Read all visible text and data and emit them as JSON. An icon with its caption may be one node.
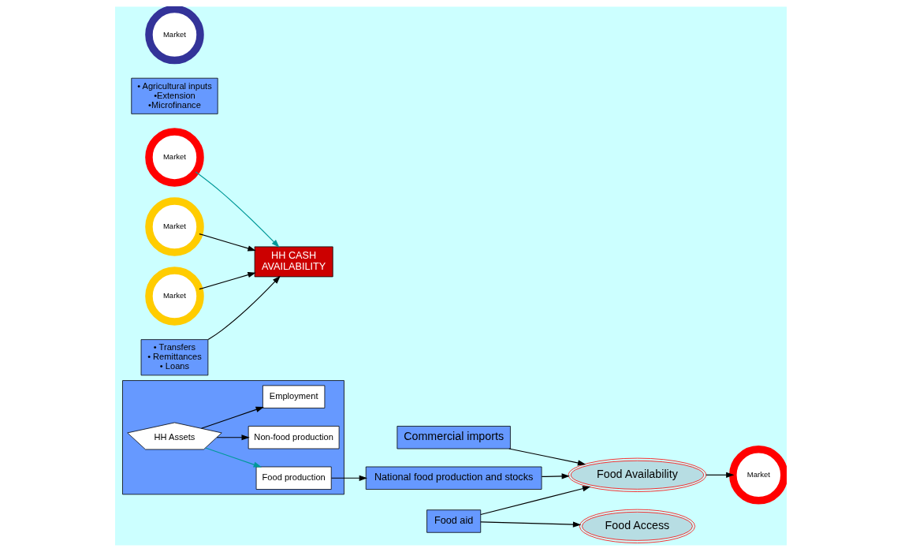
{
  "diagram": {
    "nodes": [
      {
        "text": [
          "National food production and stocks"
        ]
      },
      {
        "text": [
          "Food Availability"
        ]
      },
      {
        "text": [
          "Commercial imports"
        ]
      },
      {
        "text": [
          "Food aid"
        ]
      },
      {
        "text": [],
        "shape": "box"
      },
      {
        "text": [
          "HH Assets"
        ],
        "in": 4
      },
      {
        "text": [
          "Food production"
        ],
        "in": 4
      },
      {
        "text": [
          "Non-food production"
        ],
        "in": 4
      },
      {
        "text": [
          "Employment"
        ],
        "in": 4
      },
      {
        "text": [
          "Market"
        ]
      },
      {
        "text": [
          "Market"
        ]
      },
      {
        "text": [
          "Market"
        ]
      },
      {
        "text": [
          "• Agricultural inputs",
          "•Extension",
          "•Microfinance"
        ]
      },
      {
        "text": [
          "Market"
        ]
      },
      {
        "text": [
          "HH CASH",
          "AVAILABILITY"
        ]
      },
      {
        "text": [
          "Market"
        ]
      },
      {
        "text": [
          "Food Access"
        ]
      },
      {
        "text": [
          "• Transfers",
          "• Remittances",
          "• Loans"
        ]
      }
    ],
    "edges": [
      {
        "from": 6,
        "to": 0,
        "arrow": "to"
      },
      {
        "from": 0,
        "to": 1,
        "arrow": "to"
      },
      {
        "from": 2,
        "to": 1,
        "arrow": "to"
      },
      {
        "from": 3,
        "to": 1,
        "arrow": "to"
      },
      {
        "from": 3,
        "to": 16,
        "arrow": "to"
      },
      {
        "from": 1,
        "to": 15,
        "arrow": "to"
      },
      {
        "from": 5,
        "to": 6,
        "arrow": "to",
        "color": "#009999"
      },
      {
        "from": 5,
        "to": 7,
        "arrow": "to"
      },
      {
        "from": 5,
        "to": 8,
        "arrow": "to"
      },
      {
        "from": 9,
        "to": 14,
        "arrow": "to",
        "color": "#009999"
      },
      {
        "from": 10,
        "to": 14,
        "arrow": "to"
      },
      {
        "from": 11,
        "to": 14,
        "arrow": "to"
      },
      {
        "from": 17,
        "to": 14,
        "arrow": "to"
      }
    ]
  }
}
